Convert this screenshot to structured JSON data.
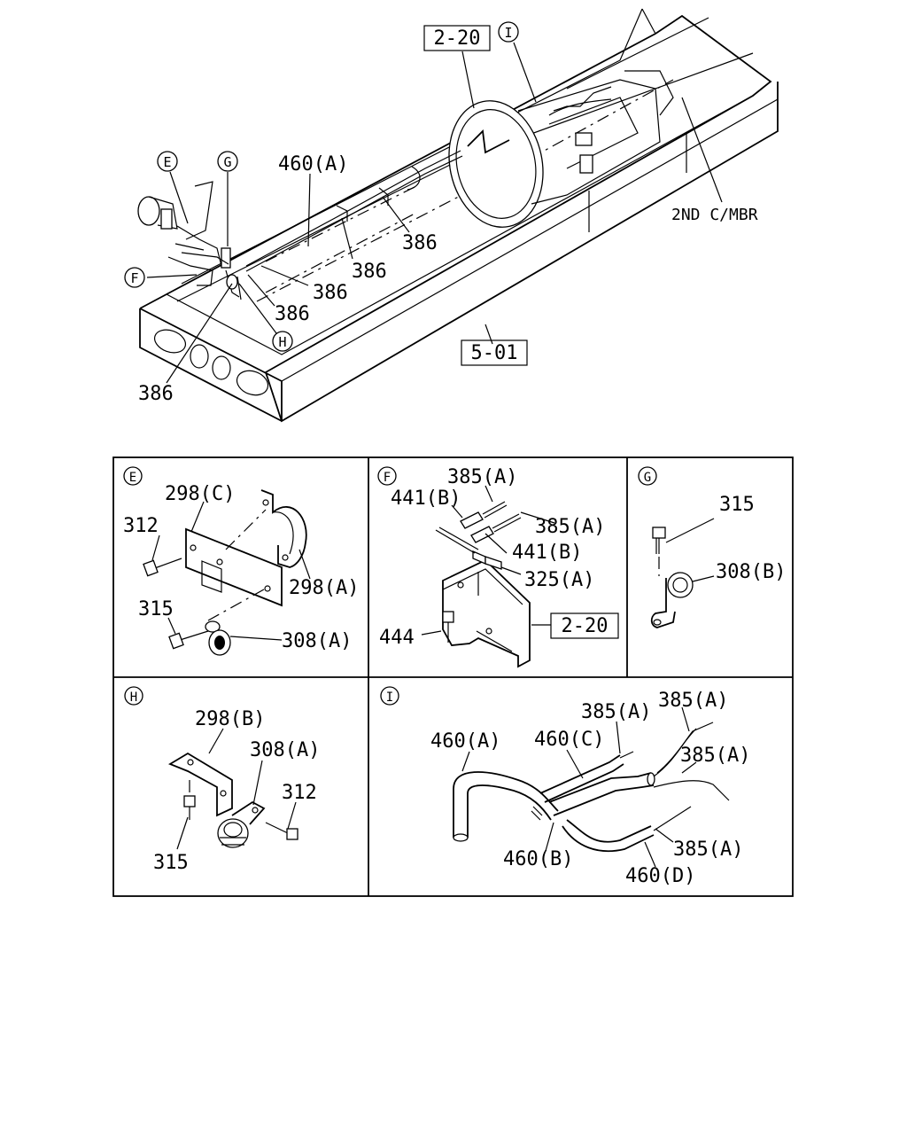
{
  "main_view": {
    "boxed_refs": {
      "ref_top": "2-20",
      "ref_bottom": "5-01"
    },
    "circled": {
      "E": "E",
      "G": "G",
      "F": "F",
      "H": "H",
      "I": "I"
    },
    "labels": {
      "tube_460a": "460(A)",
      "clip_386_1": "386",
      "clip_386_2": "386",
      "clip_386_3": "386",
      "clip_386_4": "386",
      "clip_386_5": "386",
      "crossmember": "2ND C/MBR"
    }
  },
  "panel_E": {
    "letter": "E",
    "labels": {
      "bracket_298c": "298(C)",
      "bolt_312": "312",
      "bracket_298a": "298(A)",
      "bolt_315": "315",
      "clip_308a": "308(A)"
    }
  },
  "panel_F": {
    "letter": "F",
    "boxed_ref": "2-20",
    "labels": {
      "tube_385a_1": "385(A)",
      "plug_441b_1": "441(B)",
      "tube_385a_2": "385(A)",
      "plug_441b_2": "441(B)",
      "fitting_325a": "325(A)",
      "bolt_444": "444"
    }
  },
  "panel_G": {
    "letter": "G",
    "labels": {
      "bolt_315": "315",
      "clip_308b": "308(B)"
    }
  },
  "panel_H": {
    "letter": "H",
    "labels": {
      "bracket_298b": "298(B)",
      "clip_308a": "308(A)",
      "bolt_312": "312",
      "bolt_315": "315"
    }
  },
  "panel_I": {
    "letter": "I",
    "labels": {
      "tube_385a_1": "385(A)",
      "tube_385a_2": "385(A)",
      "tube_385a_3": "385(A)",
      "tube_385a_4": "385(A)",
      "hose_460a": "460(A)",
      "hose_460c": "460(C)",
      "hose_460b": "460(B)",
      "hose_460d": "460(D)"
    }
  }
}
